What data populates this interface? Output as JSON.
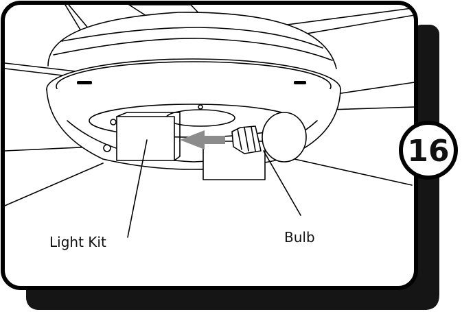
{
  "step": {
    "number": "16"
  },
  "labels": {
    "light_kit": "Light Kit",
    "bulb": "Bulb"
  },
  "colors": {
    "frame_shadow": "#151515",
    "frame": "#000000",
    "arrow": "#8c8c8c",
    "line": "#000000"
  }
}
